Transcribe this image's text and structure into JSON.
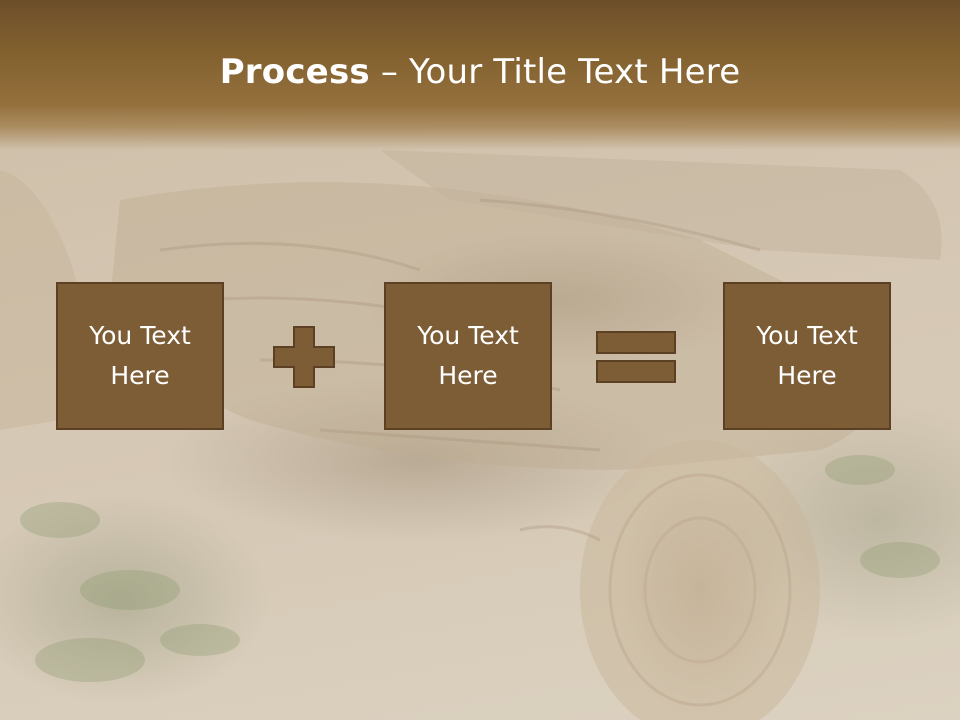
{
  "title": {
    "bold": "Process",
    "rest": " – Your Title Text Here"
  },
  "steps": [
    {
      "text": "You Text\nHere"
    },
    {
      "text": "You Text\nHere"
    },
    {
      "text": "You Text\nHere"
    }
  ],
  "operators": {
    "first": "plus-icon",
    "second": "equals-icon"
  },
  "colors": {
    "title_band": "#7a5a30",
    "box_fill": "#7d5d36",
    "box_border": "#5b4023",
    "title_text": "#ffffff"
  }
}
